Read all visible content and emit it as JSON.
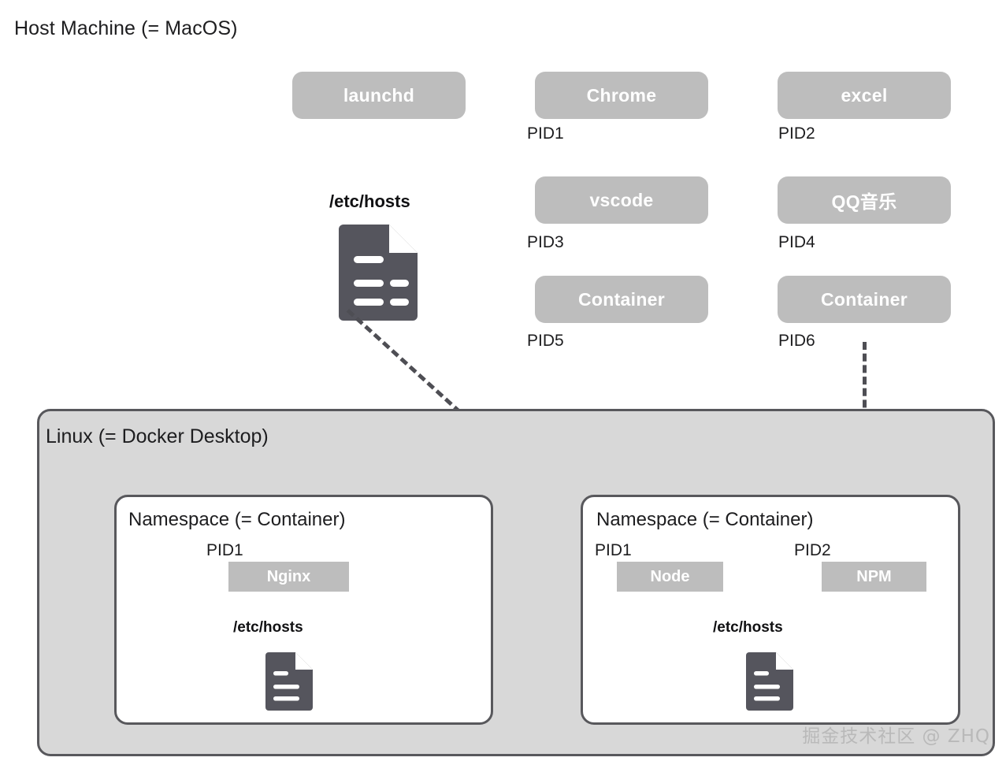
{
  "host": {
    "title": "Host Machine (= MacOS)",
    "hosts_file_label": "/etc/hosts",
    "hosts_file_icon": "document-icon",
    "processes": [
      {
        "name": "launchd",
        "pid": ""
      },
      {
        "name": "Chrome",
        "pid": "PID1"
      },
      {
        "name": "excel",
        "pid": "PID2"
      },
      {
        "name": "vscode",
        "pid": "PID3"
      },
      {
        "name": "QQ音乐",
        "pid": "PID4"
      },
      {
        "name": "Container",
        "pid": "PID5"
      },
      {
        "name": "Container",
        "pid": "PID6"
      }
    ]
  },
  "linux": {
    "title": "Linux (= Docker Desktop)",
    "namespaces": [
      {
        "title": "Namespace (= Container)",
        "hosts_file_label": "/etc/hosts",
        "hosts_file_icon": "document-icon",
        "processes": [
          {
            "pid": "PID1",
            "name": "Nginx"
          }
        ]
      },
      {
        "title": "Namespace (= Container)",
        "hosts_file_label": "/etc/hosts",
        "hosts_file_icon": "document-icon",
        "processes": [
          {
            "pid": "PID1",
            "name": "Node"
          },
          {
            "pid": "PID2",
            "name": "NPM"
          }
        ]
      }
    ]
  },
  "watermark": "掘金技术社区 @ ZHQ",
  "colors": {
    "process_box": "#bdbdbd",
    "panel_fill": "#d8d8d8",
    "panel_border": "#58585c",
    "icon_fill": "#55555d",
    "dash_line": "#4e4e54",
    "text": "#1d1d1f",
    "watermark": "#b9b9b9"
  }
}
